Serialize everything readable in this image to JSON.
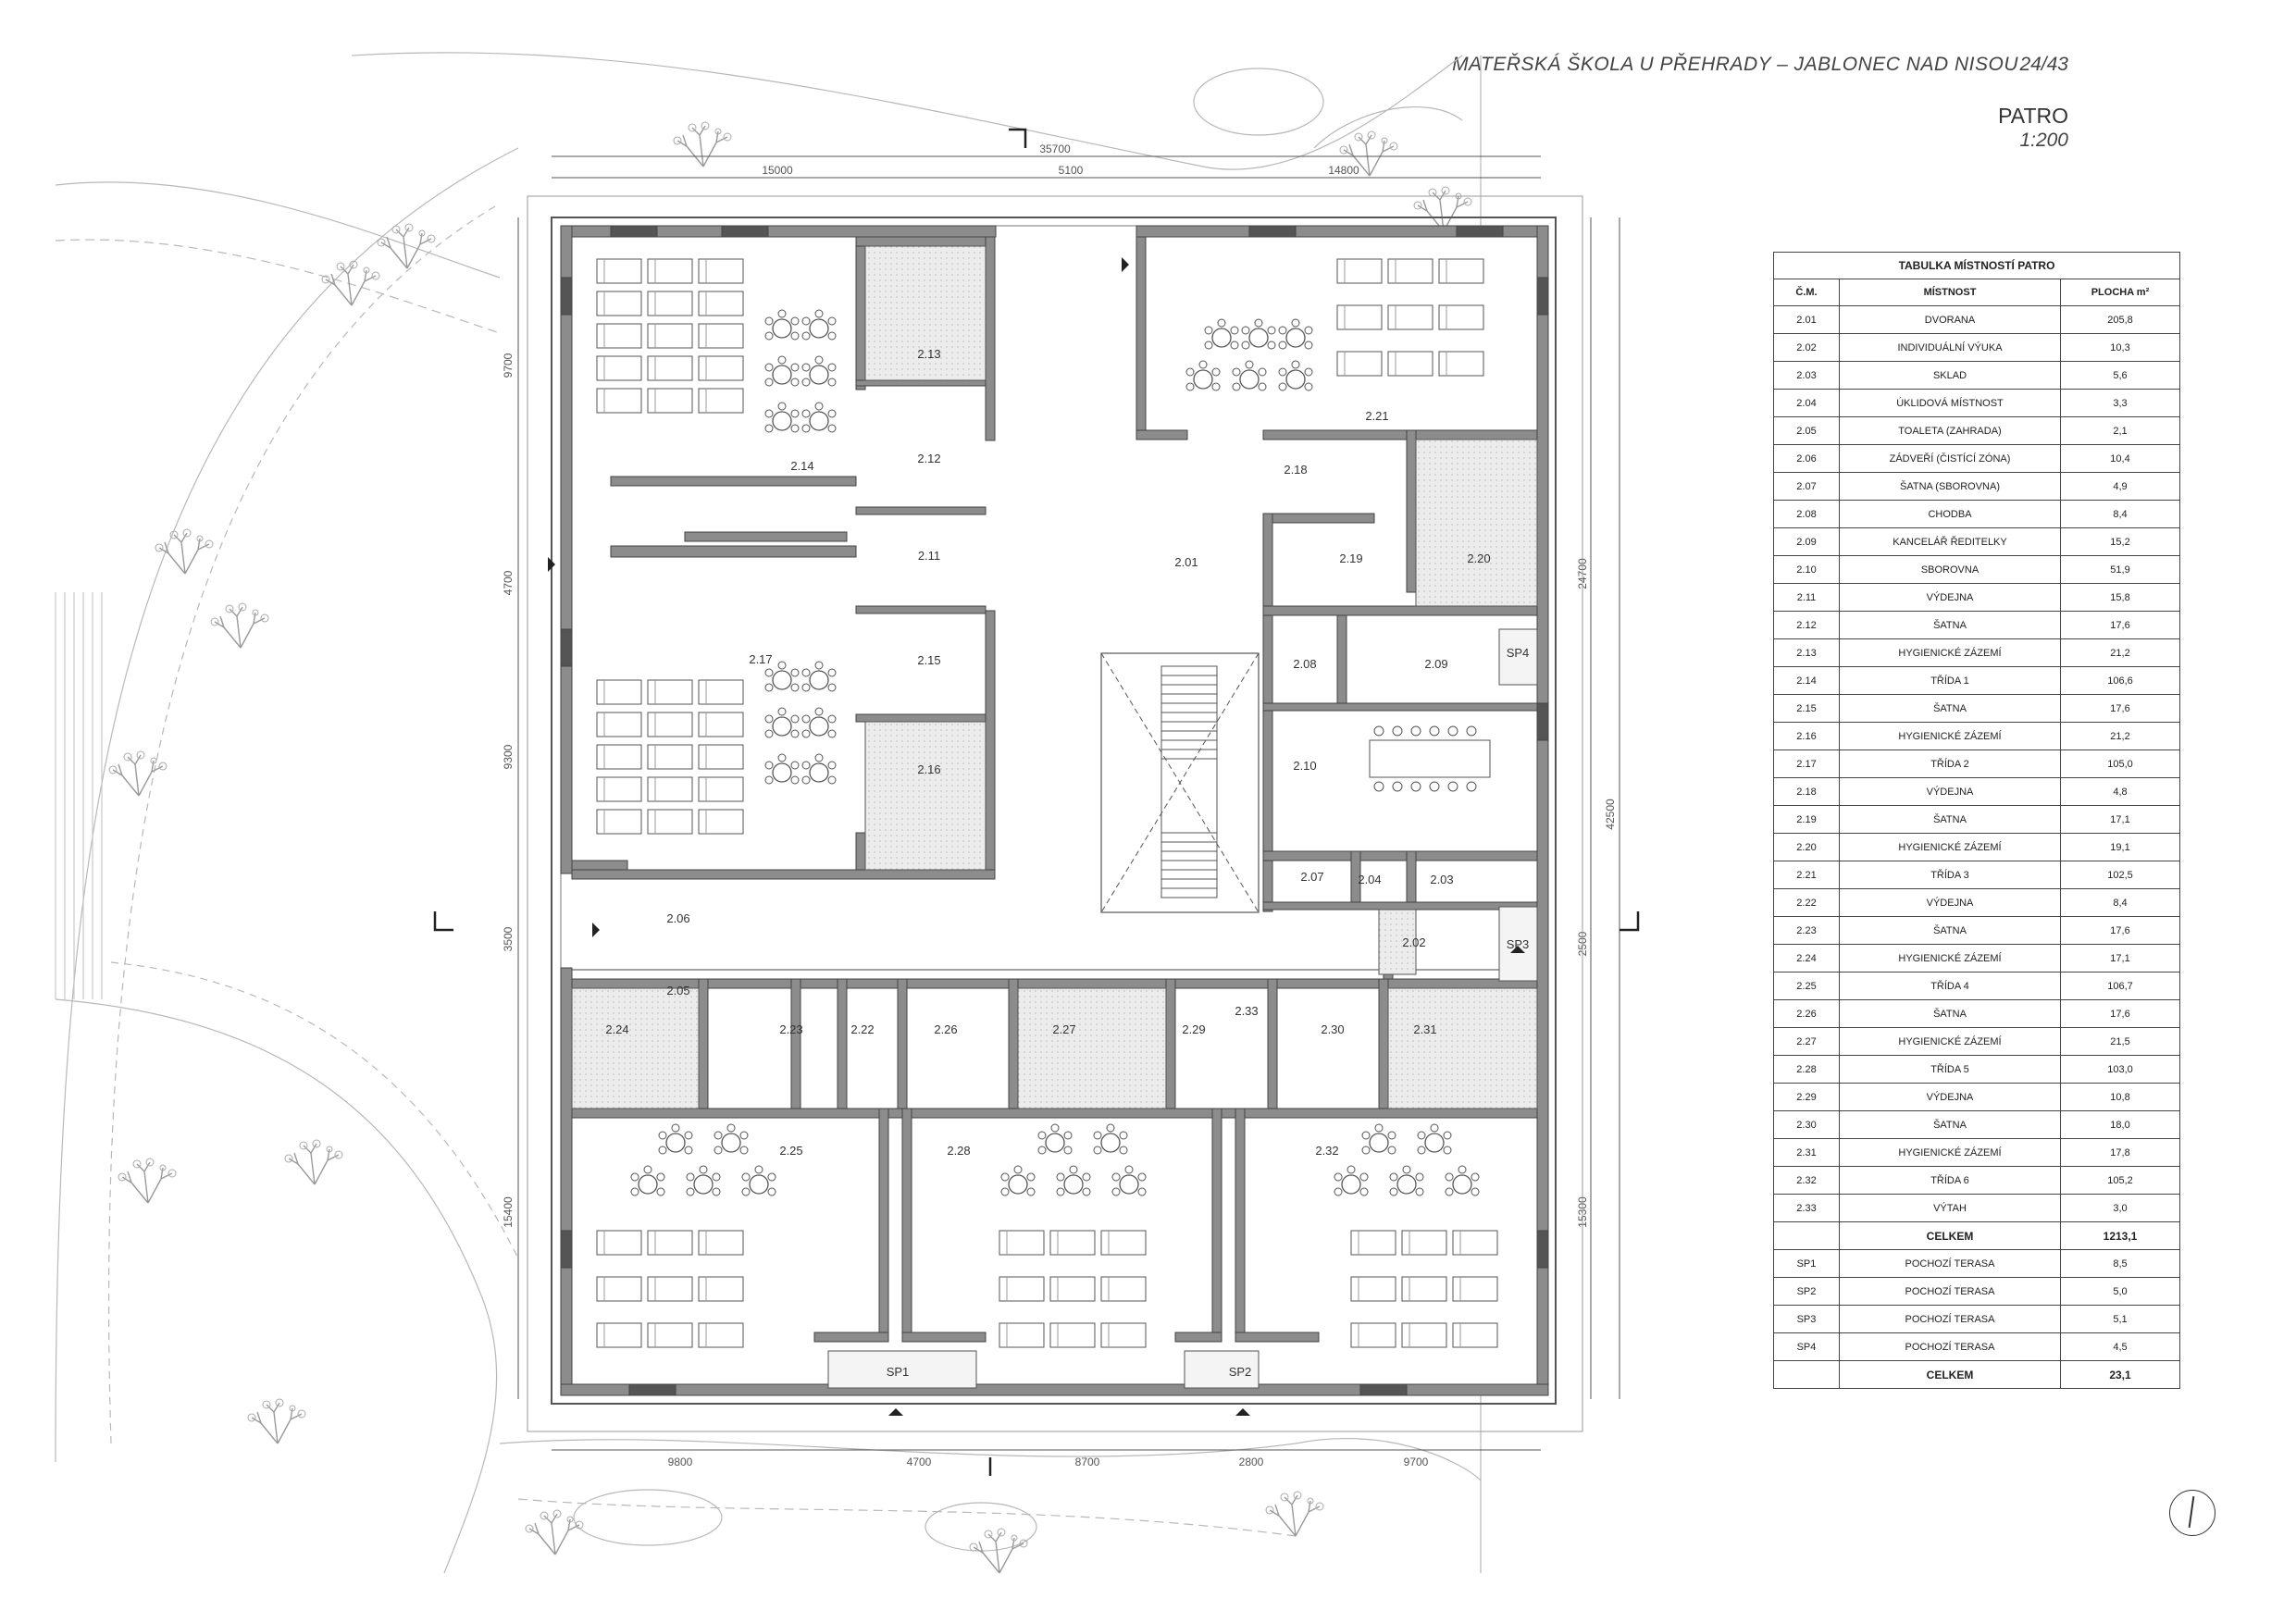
{
  "header": {
    "title": "MATEŘSKÁ ŠKOLA U PŘEHRADY – JABLONEC NAD NISOU",
    "page": "24/43",
    "floor": "PATRO",
    "scale": "1:200"
  },
  "dimensions": {
    "top_total": "35700",
    "top_segments": [
      "15000",
      "5100",
      "14800"
    ],
    "bottom_segments": [
      "9800",
      "4700",
      "8700",
      "2800",
      "9700"
    ],
    "left_segments": [
      "9700",
      "4700",
      "9300",
      "3500",
      "15400"
    ],
    "right_total": "42500",
    "right_segments": [
      "24700",
      "2500",
      "15300"
    ]
  },
  "plan_labels": {
    "r2_01": "2.01",
    "r2_02": "2.02",
    "r2_03": "2.03",
    "r2_04": "2.04",
    "r2_05": "2.05",
    "r2_06": "2.06",
    "r2_07": "2.07",
    "r2_08": "2.08",
    "r2_09": "2.09",
    "r2_10": "2.10",
    "r2_11": "2.11",
    "r2_12": "2.12",
    "r2_13": "2.13",
    "r2_14": "2.14",
    "r2_15": "2.15",
    "r2_16": "2.16",
    "r2_17": "2.17",
    "r2_18": "2.18",
    "r2_19": "2.19",
    "r2_20": "2.20",
    "r2_21": "2.21",
    "r2_22": "2.22",
    "r2_23": "2.23",
    "r2_24": "2.24",
    "r2_25": "2.25",
    "r2_26": "2.26",
    "r2_27": "2.27",
    "r2_28": "2.28",
    "r2_29": "2.29",
    "r2_30": "2.30",
    "r2_31": "2.31",
    "r2_32": "2.32",
    "r2_33": "2.33",
    "sp1": "SP1",
    "sp2": "SP2",
    "sp3": "SP3",
    "sp4": "SP4"
  },
  "table": {
    "caption": "TABULKA MÍSTNOSTÍ PATRO",
    "col_num": "Č.M.",
    "col_room": "MÍSTNOST",
    "col_area": "PLOCHA m²",
    "rows": [
      {
        "n": "2.01",
        "name": "DVORANA",
        "area": "205,8"
      },
      {
        "n": "2.02",
        "name": "INDIVIDUÁLNÍ VÝUKA",
        "area": "10,3"
      },
      {
        "n": "2.03",
        "name": "SKLAD",
        "area": "5,6"
      },
      {
        "n": "2.04",
        "name": "ÚKLIDOVÁ MÍSTNOST",
        "area": "3,3"
      },
      {
        "n": "2.05",
        "name": "TOALETA (ZAHRADA)",
        "area": "2,1"
      },
      {
        "n": "2.06",
        "name": "ZÁDVEŘÍ (ČISTÍCÍ ZÓNA)",
        "area": "10,4"
      },
      {
        "n": "2.07",
        "name": "ŠATNA (SBOROVNA)",
        "area": "4,9"
      },
      {
        "n": "2.08",
        "name": "CHODBA",
        "area": "8,4"
      },
      {
        "n": "2.09",
        "name": "KANCELÁŘ ŘEDITELKY",
        "area": "15,2"
      },
      {
        "n": "2.10",
        "name": "SBOROVNA",
        "area": "51,9"
      },
      {
        "n": "2.11",
        "name": "VÝDEJNA",
        "area": "15,8"
      },
      {
        "n": "2.12",
        "name": "ŠATNA",
        "area": "17,6"
      },
      {
        "n": "2.13",
        "name": "HYGIENICKÉ ZÁZEMÍ",
        "area": "21,2"
      },
      {
        "n": "2.14",
        "name": "TŘÍDA 1",
        "area": "106,6"
      },
      {
        "n": "2.15",
        "name": "ŠATNA",
        "area": "17,6"
      },
      {
        "n": "2.16",
        "name": "HYGIENICKÉ ZÁZEMÍ",
        "area": "21,2"
      },
      {
        "n": "2.17",
        "name": "TŘÍDA 2",
        "area": "105,0"
      },
      {
        "n": "2.18",
        "name": "VÝDEJNA",
        "area": "4,8"
      },
      {
        "n": "2.19",
        "name": "ŠATNA",
        "area": "17,1"
      },
      {
        "n": "2.20",
        "name": "HYGIENICKÉ ZÁZEMÍ",
        "area": "19,1"
      },
      {
        "n": "2.21",
        "name": "TŘÍDA 3",
        "area": "102,5"
      },
      {
        "n": "2.22",
        "name": "VÝDEJNA",
        "area": "8,4"
      },
      {
        "n": "2.23",
        "name": "ŠATNA",
        "area": "17,6"
      },
      {
        "n": "2.24",
        "name": "HYGIENICKÉ ZÁZEMÍ",
        "area": "17,1"
      },
      {
        "n": "2.25",
        "name": "TŘÍDA 4",
        "area": "106,7"
      },
      {
        "n": "2.26",
        "name": "ŠATNA",
        "area": "17,6"
      },
      {
        "n": "2.27",
        "name": "HYGIENICKÉ ZÁZEMÍ",
        "area": "21,5"
      },
      {
        "n": "2.28",
        "name": "TŘÍDA 5",
        "area": "103,0"
      },
      {
        "n": "2.29",
        "name": "VÝDEJNA",
        "area": "10,8"
      },
      {
        "n": "2.30",
        "name": "ŠATNA",
        "area": "18,0"
      },
      {
        "n": "2.31",
        "name": "HYGIENICKÉ ZÁZEMÍ",
        "area": "17,8"
      },
      {
        "n": "2.32",
        "name": "TŘÍDA 6",
        "area": "105,2"
      },
      {
        "n": "2.33",
        "name": "VÝTAH",
        "area": "3,0"
      }
    ],
    "total1_label": "CELKEM",
    "total1_value": "1213,1",
    "rows2": [
      {
        "n": "SP1",
        "name": "POCHOZÍ TERASA",
        "area": "8,5"
      },
      {
        "n": "SP2",
        "name": "POCHOZÍ TERASA",
        "area": "5,0"
      },
      {
        "n": "SP3",
        "name": "POCHOZÍ TERASA",
        "area": "5,1"
      },
      {
        "n": "SP4",
        "name": "POCHOZÍ TERASA",
        "area": "4,5"
      }
    ],
    "total2_label": "CELKEM",
    "total2_value": "23,1"
  },
  "icons": {
    "north_arrow": "north-arrow-icon",
    "section_marker": "section-marker-icon",
    "entrance_arrow": "entrance-arrow-icon"
  },
  "colors": {
    "wall": "#8c8c8c",
    "wall_dark": "#555555",
    "hatch": "#d9d9d9",
    "line": "#444444",
    "vegetation": "#9a9a9a"
  }
}
